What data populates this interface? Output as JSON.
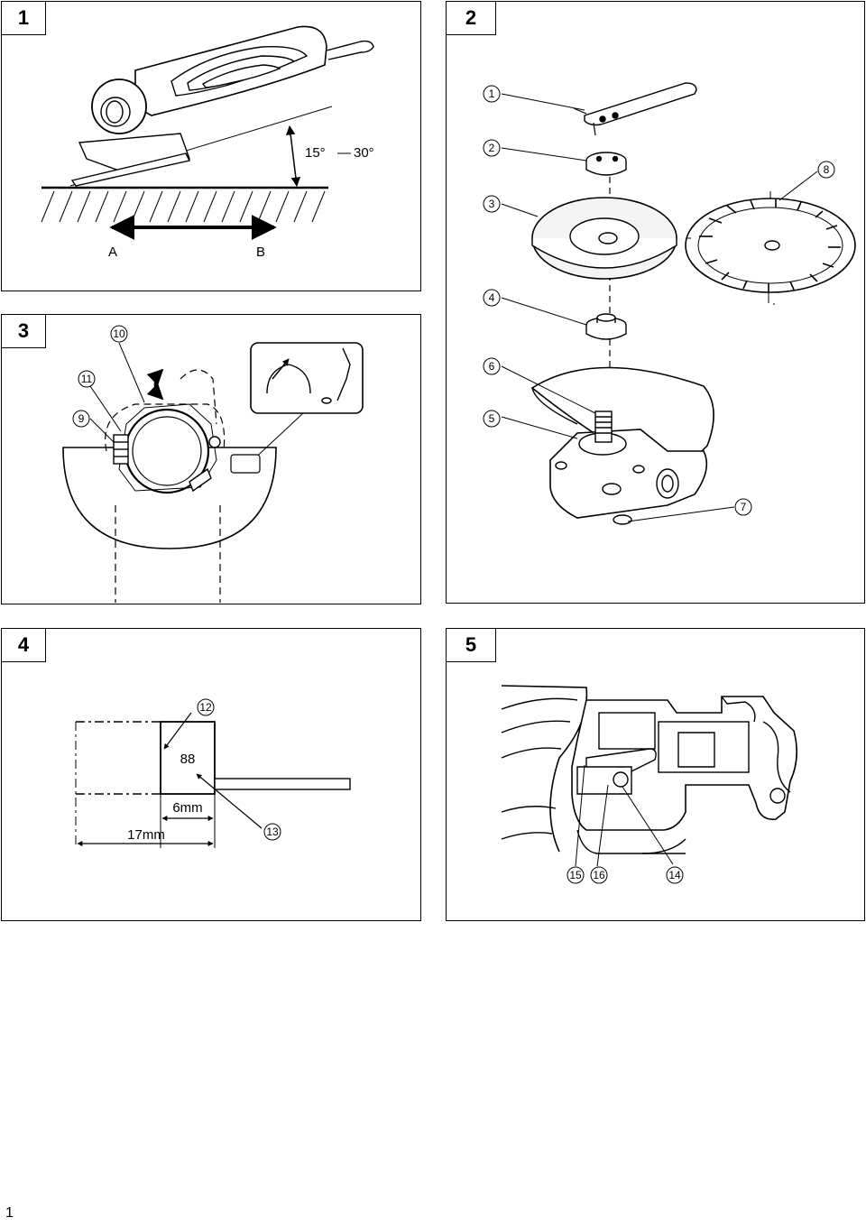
{
  "figures": [
    {
      "id": "1",
      "label": "1"
    },
    {
      "id": "2",
      "label": "2"
    },
    {
      "id": "3",
      "label": "3"
    },
    {
      "id": "4",
      "label": "4"
    },
    {
      "id": "5",
      "label": "5"
    }
  ],
  "fig1": {
    "angle_start": "15°",
    "angle_end": "30°",
    "dir_a": "A",
    "dir_b": "B"
  },
  "fig2": {
    "callouts": [
      "1",
      "2",
      "3",
      "4",
      "5",
      "6",
      "7",
      "8"
    ]
  },
  "fig3": {
    "callouts": [
      "9",
      "10",
      "11"
    ]
  },
  "fig4": {
    "callout_12": "12",
    "callout_13": "13",
    "brush_value": "88",
    "dim_small": "6mm",
    "dim_large": "17mm"
  },
  "fig5": {
    "callouts": [
      "14",
      "15",
      "16"
    ]
  },
  "page_number": "1"
}
